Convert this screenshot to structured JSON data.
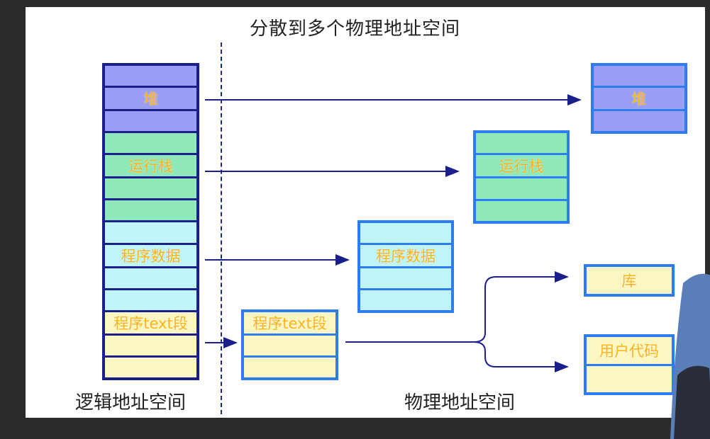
{
  "title": "分散到多个物理地址空间",
  "logical_label": "逻辑地址空间",
  "physical_label": "物理地址空间",
  "segments": {
    "heap": "堆",
    "stack": "运行栈",
    "data": "程序数据",
    "text": "程序text段",
    "lib": "库",
    "user_code": "用户代码"
  },
  "colors": {
    "heap": "#9a9ef5",
    "stack": "#8ee8b8",
    "data": "#bff4fb",
    "text": "#fbf6c2",
    "label": "#ffb21a",
    "logical_border": "#1a1f8c",
    "physical_border": "#2e7cf2",
    "arrow": "#1a1f8c"
  }
}
